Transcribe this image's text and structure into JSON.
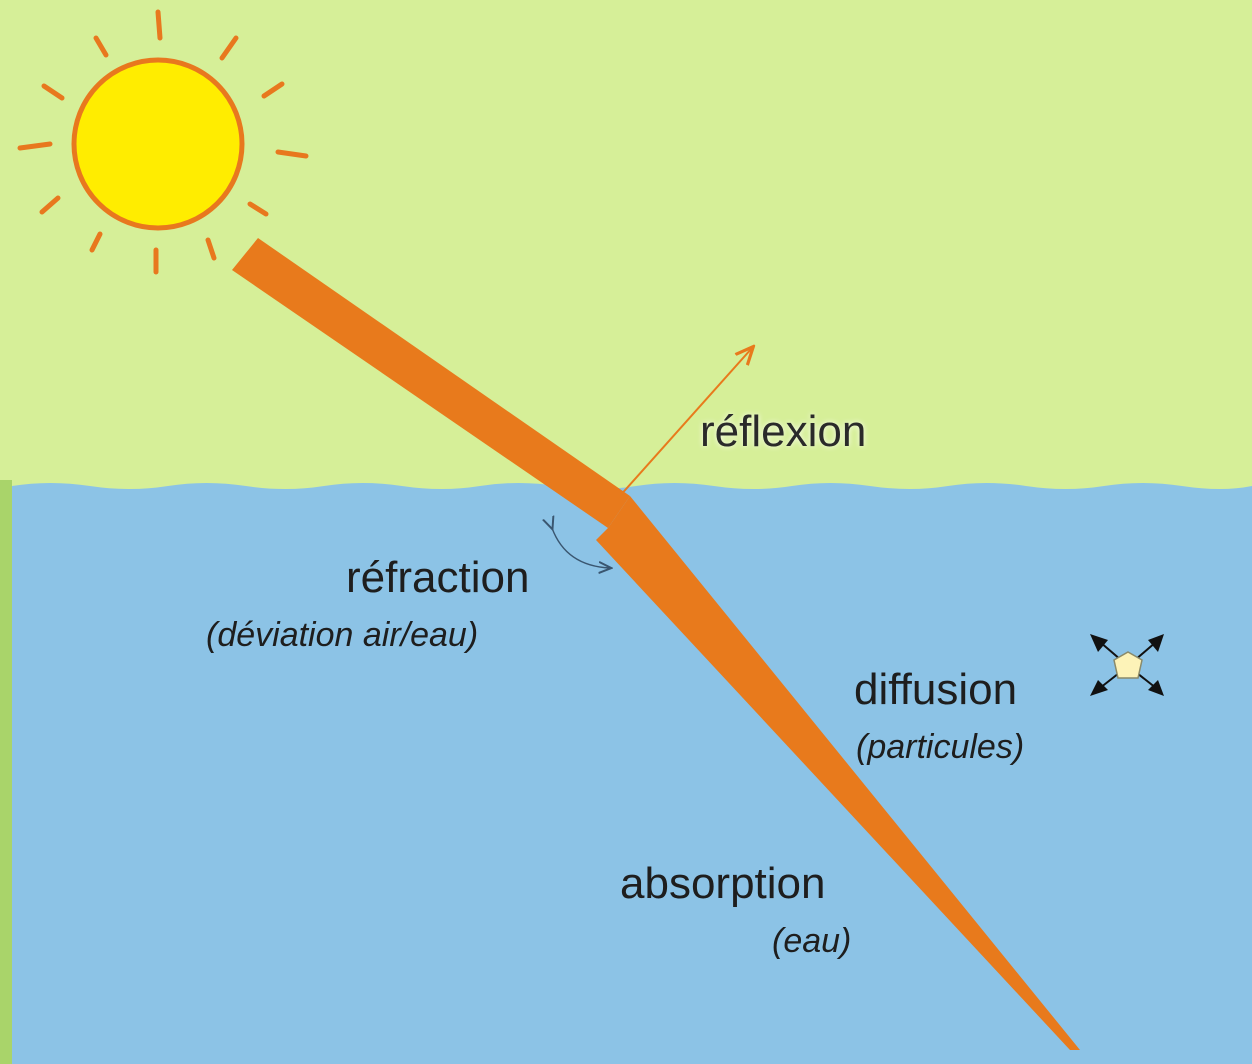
{
  "labels": {
    "reflexion": "réflexion",
    "refraction": "réfraction",
    "refraction_note": "(déviation air/eau)",
    "diffusion": "diffusion",
    "diffusion_note": "(particules)",
    "absorption": "absorption",
    "absorption_note": "(eau)"
  },
  "colors": {
    "air": "#d6ef98",
    "water": "#8cc3e6",
    "ray": "#e87a1c",
    "sun_fill": "#ffed00",
    "sun_outline": "#e8781e",
    "particle": "#fdf3b8"
  },
  "icons": {
    "sun": "sun-icon",
    "reflection_arrow": "arrow-icon",
    "refraction_angle": "curved-double-arrow-icon",
    "particle": "scatter-particle-icon"
  }
}
